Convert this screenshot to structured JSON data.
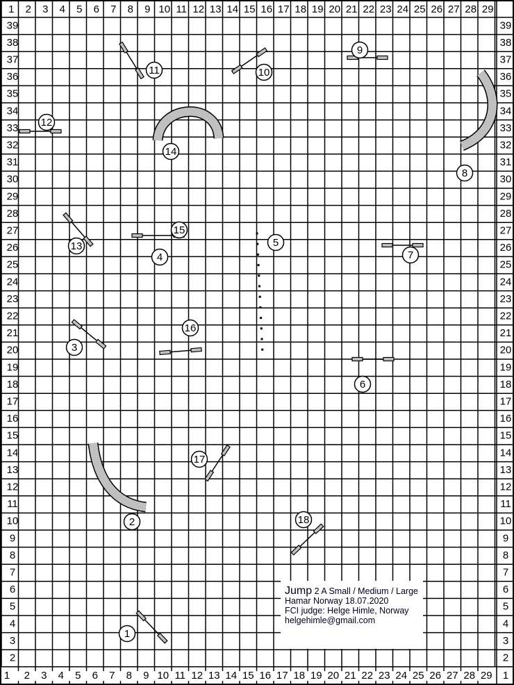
{
  "grid": {
    "columns": [
      "1",
      "2",
      "3",
      "4",
      "5",
      "6",
      "7",
      "8",
      "9",
      "10",
      "11",
      "12",
      "13",
      "14",
      "15",
      "16",
      "17",
      "18",
      "19",
      "20",
      "21",
      "22",
      "23",
      "24",
      "25",
      "26",
      "27",
      "28",
      "29"
    ],
    "rows": [
      "39",
      "38",
      "37",
      "36",
      "35",
      "34",
      "33",
      "32",
      "31",
      "30",
      "29",
      "28",
      "27",
      "26",
      "25",
      "24",
      "23",
      "22",
      "21",
      "20",
      "19",
      "18",
      "17",
      "16",
      "15",
      "14",
      "13",
      "12",
      "11",
      "10",
      "9",
      "8",
      "7",
      "6",
      "5",
      "4",
      "3",
      "2",
      "1"
    ]
  },
  "obstacles": [
    {
      "number": "1",
      "type": "jump"
    },
    {
      "number": "2",
      "type": "tunnel"
    },
    {
      "number": "3",
      "type": "jump"
    },
    {
      "number": "4",
      "type": "jump"
    },
    {
      "number": "5",
      "type": "weave"
    },
    {
      "number": "6",
      "type": "jump"
    },
    {
      "number": "7",
      "type": "jump"
    },
    {
      "number": "8",
      "type": "tunnel"
    },
    {
      "number": "9",
      "type": "jump"
    },
    {
      "number": "10",
      "type": "jump"
    },
    {
      "number": "11",
      "type": "jump"
    },
    {
      "number": "12",
      "type": "jump"
    },
    {
      "number": "13",
      "type": "jump"
    },
    {
      "number": "14",
      "type": "tunnel"
    },
    {
      "number": "15",
      "type": "jump"
    },
    {
      "number": "16",
      "type": "jump"
    },
    {
      "number": "17",
      "type": "jump"
    },
    {
      "number": "18",
      "type": "jump"
    }
  ],
  "legend": {
    "title": "Jump",
    "class": "2 A Small / Medium / Large",
    "location_date": "Hamar Norway 18.07.2020",
    "judge": "FCI judge: Helge Himle, Norway",
    "email": "helgehimle@gmail.com"
  },
  "colors": {
    "tunnel": "#c0c0c0",
    "wing": "#c0c0c0",
    "line": "#000000"
  }
}
